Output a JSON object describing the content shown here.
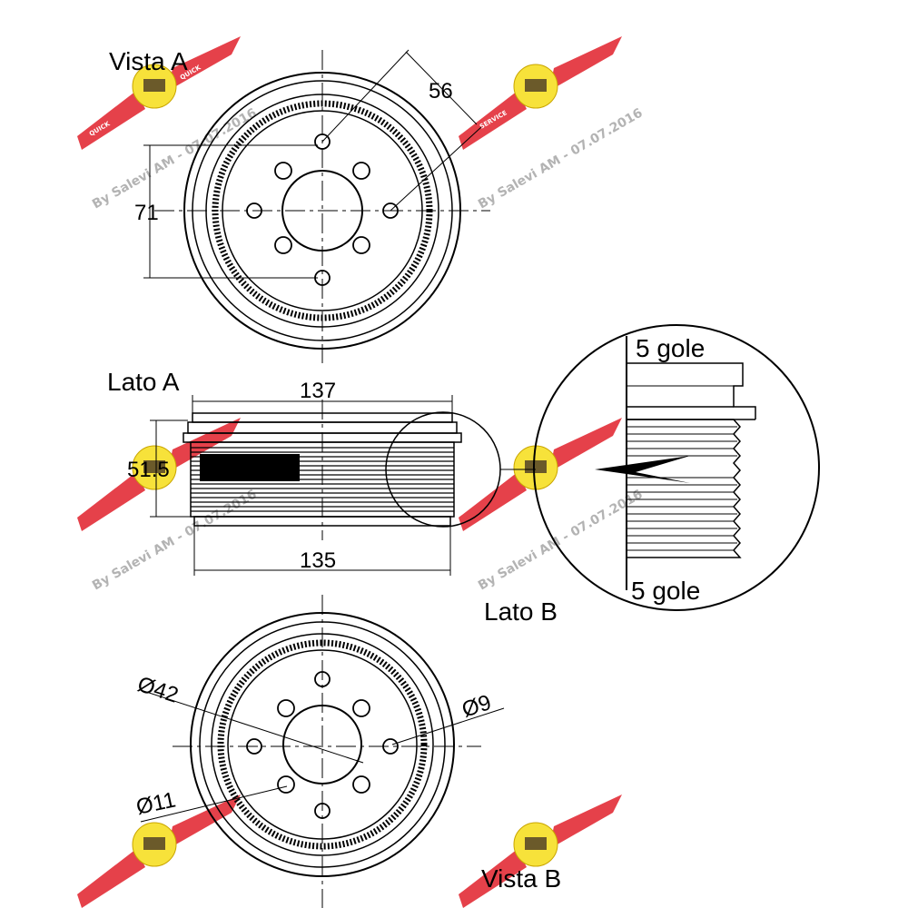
{
  "views": {
    "vista_a": "Vista A",
    "vista_b": "Vista B",
    "lato_a": "Lato A",
    "lato_b": "Lato B"
  },
  "dimensions": {
    "d56": "56",
    "d71": "71",
    "d137": "137",
    "d51_5": "51.5",
    "d135": "135",
    "d42": "Ø42",
    "d9": "Ø9",
    "d11": "Ø11"
  },
  "detail": {
    "top_grooves": "5 gole",
    "bottom_grooves": "5 gole"
  },
  "watermark": {
    "text": "By Salevi AM - 07.07.2016",
    "logo_text_1": "QUICK",
    "logo_text_2": "SERVICE",
    "logo_text_3": "QUICK"
  },
  "colors": {
    "line": "#000000",
    "logo_red": "#e0202a",
    "logo_yellow": "#f7e23a",
    "watermark": "#9a9a9a"
  }
}
